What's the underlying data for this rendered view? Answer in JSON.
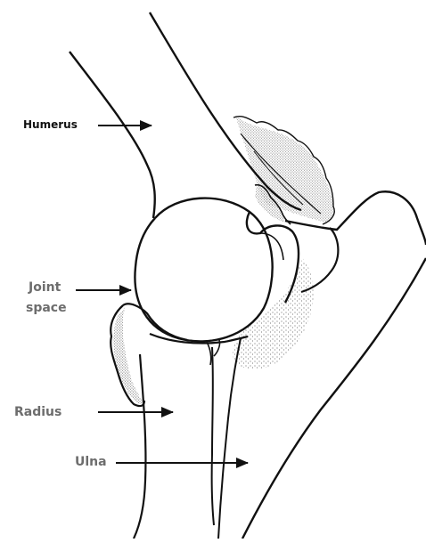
{
  "labels": {
    "humerus": "Humerus",
    "joint_line1": "Joint",
    "joint_line2": "space",
    "radius": "Radius",
    "ulna": "Ulna"
  },
  "colors": {
    "line": "#111111",
    "label_black": "#111111",
    "label_gray": "#6d6d6d",
    "stipple": "#222222"
  }
}
